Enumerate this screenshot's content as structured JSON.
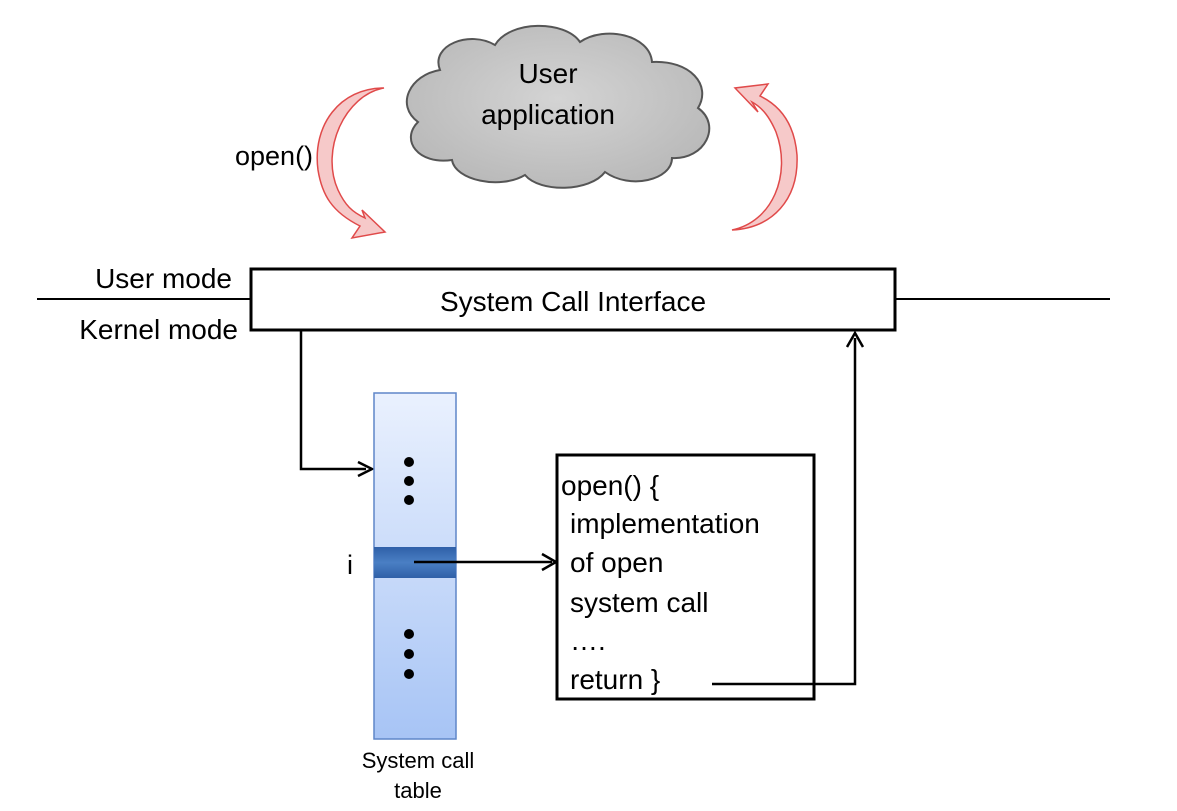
{
  "cloud": {
    "line1": "User",
    "line2": "application"
  },
  "call_label": "open()",
  "modes": {
    "user": "User mode",
    "kernel": "Kernel mode"
  },
  "interface_label": "System Call Interface",
  "table": {
    "index_label": "i",
    "caption_line1": "System call",
    "caption_line2": "table"
  },
  "code_box": {
    "lines": [
      "open() {",
      "implementation",
      "of open",
      "system call",
      "….",
      "return }"
    ]
  },
  "colors": {
    "cloud_fill": "#c8c8c8",
    "cloud_stroke": "#555555",
    "arc_arrow_fill": "#f6c9c9",
    "arc_arrow_stroke": "#e04a4a",
    "table_top": "#eaf1fe",
    "table_bottom": "#a7c4f5",
    "table_stroke": "#5f86c8",
    "selected_row": "#3b6fb6"
  },
  "icons": {
    "call_arrow": "curved-arrow-down-icon",
    "return_arrow": "curved-arrow-up-icon"
  }
}
